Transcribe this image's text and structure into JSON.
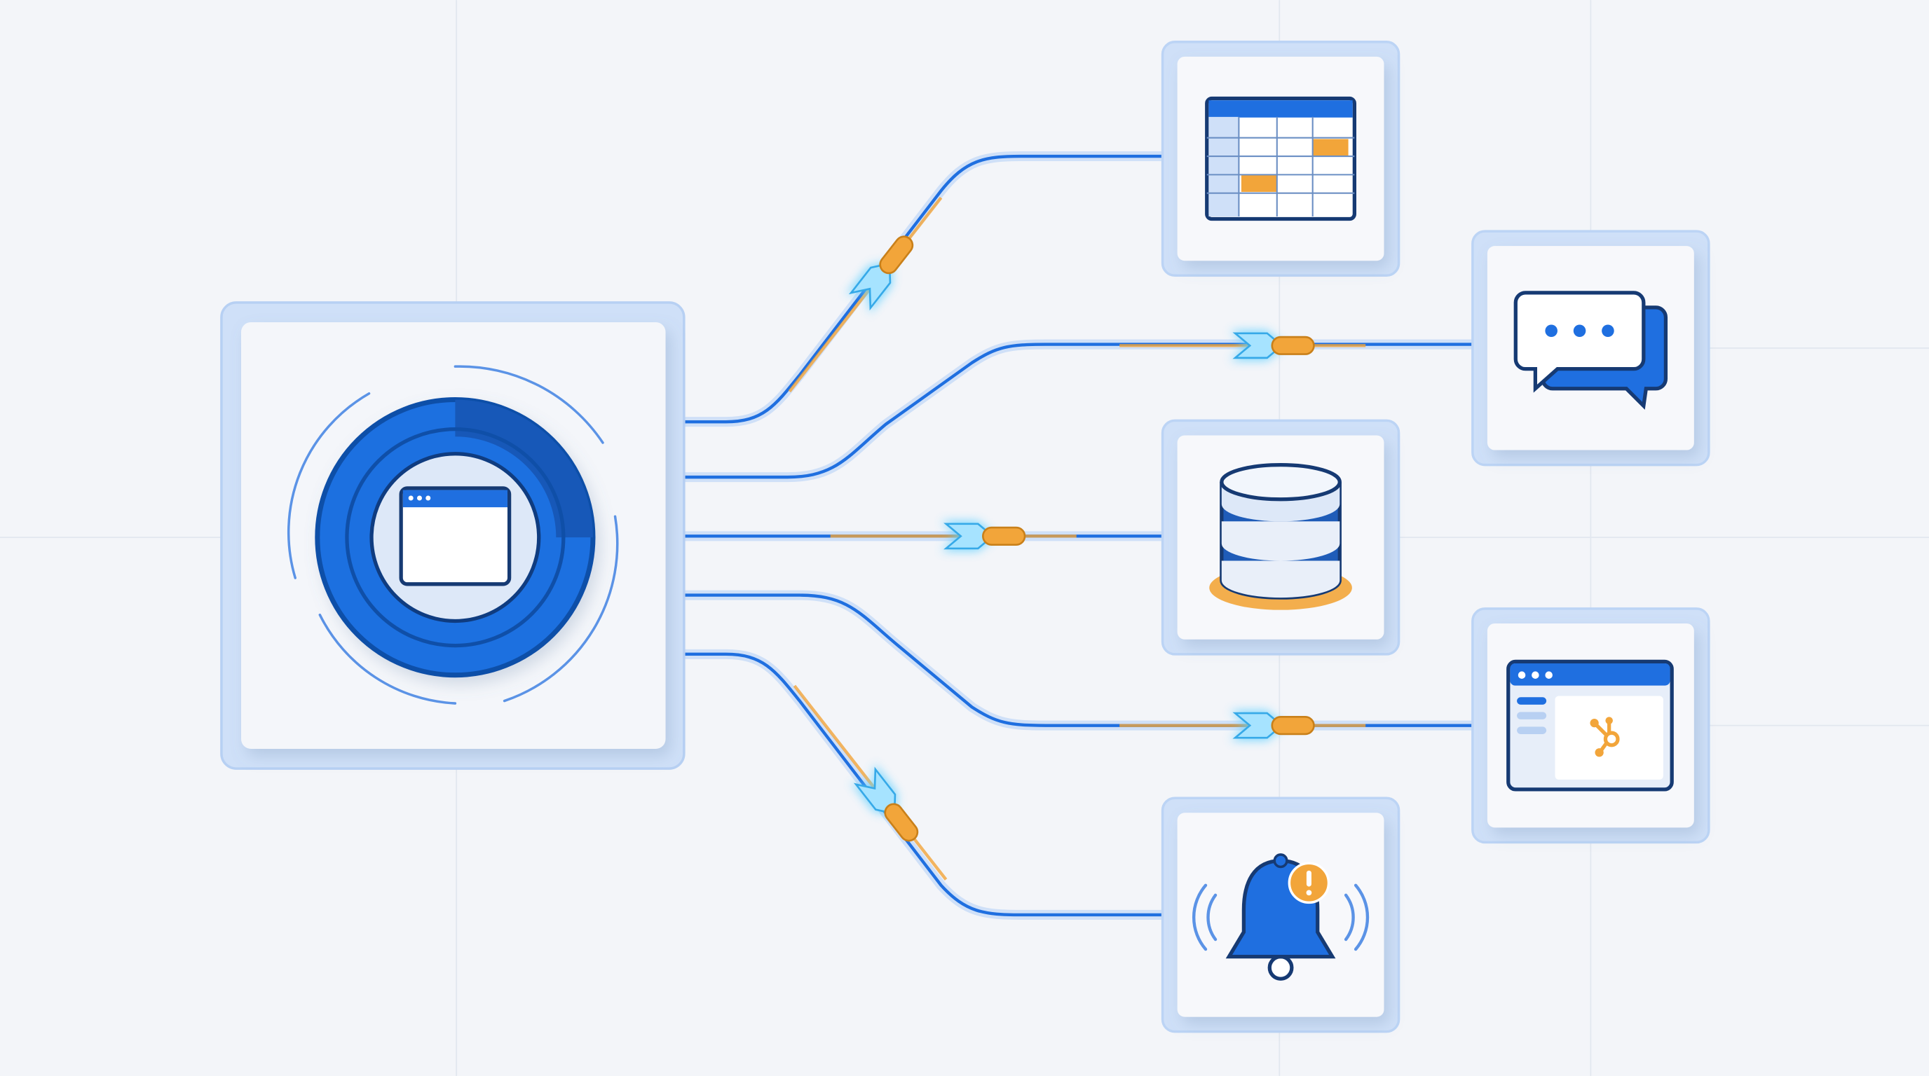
{
  "colors": {
    "background": "#f3f5f9",
    "frame": "#bcd4f5",
    "card": "#f7f8fb",
    "primary_blue": "#1f6fe0",
    "dark_navy": "#163a73",
    "light_blue": "#cfe0f8",
    "accent_orange": "#f2a53a",
    "glow_cyan": "#5ccfff"
  },
  "hub": {
    "icon": "browser-window-icon",
    "ring": "circular-ring"
  },
  "nodes": [
    {
      "id": "spreadsheet",
      "icon": "spreadsheet-icon"
    },
    {
      "id": "chat",
      "icon": "chat-bubbles-icon"
    },
    {
      "id": "database",
      "icon": "database-icon"
    },
    {
      "id": "crm",
      "icon": "hubspot-browser-icon"
    },
    {
      "id": "notification",
      "icon": "bell-alert-icon"
    }
  ],
  "connections": [
    {
      "from": "hub",
      "to": "spreadsheet",
      "packet": true
    },
    {
      "from": "hub",
      "to": "chat",
      "packet": true
    },
    {
      "from": "hub",
      "to": "database",
      "packet": true
    },
    {
      "from": "hub",
      "to": "crm",
      "packet": true
    },
    {
      "from": "hub",
      "to": "notification",
      "packet": true
    }
  ]
}
